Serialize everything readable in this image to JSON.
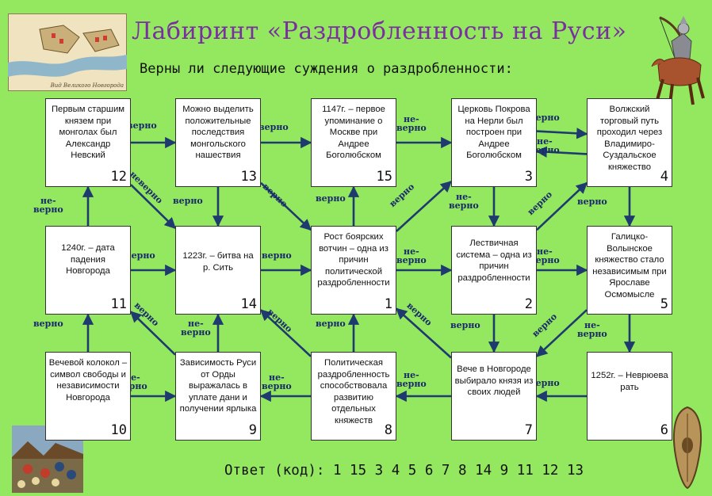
{
  "title": "Лабиринт «Раздробленность на Руси»",
  "subtitle": "Верны ли следующие суждения о раздробленности:",
  "answer": "Ответ (код): 1 15 3 4 5 6 7 8 14 9 11 12 13",
  "map_caption": "Вид Великого Новгорода",
  "boxes": [
    {
      "num": "12",
      "text": "Первым старшим князем при монголах был Александр Невский"
    },
    {
      "num": "13",
      "text": "Можно выделить положительные последствия монгольского нашествия"
    },
    {
      "num": "15",
      "text": "1147г. – первое упоминание о Москве при Андрее Боголюбском"
    },
    {
      "num": "3",
      "text": "Церковь Покрова на Нерли был построен при Андрее Боголюбском"
    },
    {
      "num": "4",
      "text": "Волжский торговый путь проходил через Владимиро-Суздальское княжество"
    },
    {
      "num": "11",
      "text": "1240г. – дата падения Новгорода"
    },
    {
      "num": "14",
      "text": "1223г. – битва на р. Сить"
    },
    {
      "num": "1",
      "text": "Рост боярских вотчин – одна из причин политической раздробленности"
    },
    {
      "num": "2",
      "text": "Лествичная система – одна из причин раздробленности"
    },
    {
      "num": "5",
      "text": "Галицко-Волынское княжество стало независимым при Ярославе Осмомысле"
    },
    {
      "num": "10",
      "text": "Вечевой колокол – символ свободы и независимости Новгорода"
    },
    {
      "num": "9",
      "text": "Зависимость Руси от Орды выражалась в уплате дани и получении ярлыка"
    },
    {
      "num": "8",
      "text": "Политическая раздробленность способствовала развитию отдельных княжеств"
    },
    {
      "num": "7",
      "text": "Вече в Новгороде выбирало князя из своих людей"
    },
    {
      "num": "6",
      "text": "1252г. – Неврюева рать"
    }
  ],
  "edges": [
    {
      "from": "1",
      "to": "15",
      "label": "верно"
    },
    {
      "from": "1",
      "to": "3",
      "label": "верно"
    },
    {
      "from": "1",
      "to": "2",
      "label": "не-верно"
    },
    {
      "from": "3",
      "to": "4",
      "label": "верно"
    },
    {
      "from": "4",
      "to": "3",
      "label": "не-верно"
    },
    {
      "from": "3",
      "to": "2",
      "label": "не-верно"
    },
    {
      "from": "4",
      "to": "5",
      "label": "верно"
    },
    {
      "from": "2",
      "to": "4",
      "label": "верно"
    },
    {
      "from": "2",
      "to": "5",
      "label": "не-верно"
    },
    {
      "from": "2",
      "to": "7",
      "label": "верно"
    },
    {
      "from": "5",
      "to": "7",
      "label": "верно"
    },
    {
      "from": "5",
      "to": "6",
      "label": "не-верно"
    },
    {
      "from": "6",
      "to": "7",
      "label": "верно"
    },
    {
      "from": "7",
      "to": "8",
      "label": "не-верно"
    },
    {
      "from": "7",
      "to": "1",
      "label": "верно"
    },
    {
      "from": "8",
      "to": "1",
      "label": "верно"
    },
    {
      "from": "8",
      "to": "14",
      "label": "верно"
    },
    {
      "from": "8",
      "to": "9",
      "label": "не-верно"
    },
    {
      "from": "9",
      "to": "14",
      "label": "не-верно"
    },
    {
      "from": "9",
      "to": "11",
      "label": "верно"
    },
    {
      "from": "10",
      "to": "11",
      "label": "верно"
    },
    {
      "from": "10",
      "to": "9",
      "label": "не-верно"
    },
    {
      "from": "11",
      "to": "14",
      "label": "верно"
    },
    {
      "from": "11",
      "to": "12",
      "label": "не-верно"
    },
    {
      "from": "12",
      "to": "13",
      "label": "верно"
    },
    {
      "from": "12",
      "to": "14",
      "label": "неверно"
    },
    {
      "from": "13",
      "to": "14",
      "label": "верно"
    },
    {
      "from": "13",
      "to": "1",
      "label": "верно"
    },
    {
      "from": "13",
      "to": "15",
      "label": "верно"
    },
    {
      "from": "14",
      "to": "1",
      "label": "верно"
    },
    {
      "from": "15",
      "to": "3",
      "label": "не-верно"
    }
  ]
}
